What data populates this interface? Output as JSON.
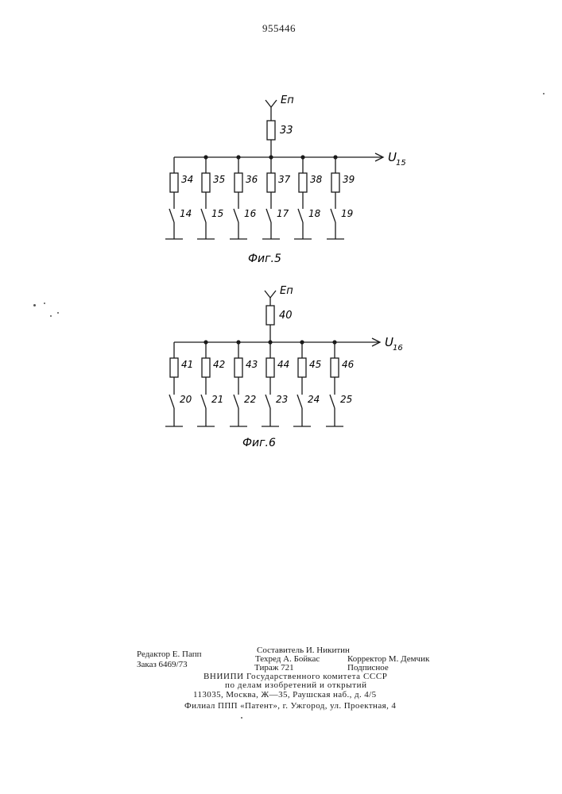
{
  "page": {
    "patent_number": "955446"
  },
  "figure5": {
    "caption": "Фиг.5",
    "supply_label": "Еп",
    "output_label": "U",
    "output_subscript": "15",
    "top_resistor": "33",
    "branches": [
      {
        "resistor": "34",
        "switch": "14"
      },
      {
        "resistor": "35",
        "switch": "15"
      },
      {
        "resistor": "36",
        "switch": "16"
      },
      {
        "resistor": "37",
        "switch": "17"
      },
      {
        "resistor": "38",
        "switch": "18"
      },
      {
        "resistor": "39",
        "switch": "19"
      }
    ]
  },
  "figure6": {
    "caption": "Фиг.6",
    "supply_label": "Еп",
    "output_label": "U",
    "output_subscript": "16",
    "top_resistor": "40",
    "branches": [
      {
        "resistor": "41",
        "switch": "20"
      },
      {
        "resistor": "42",
        "switch": "21"
      },
      {
        "resistor": "43",
        "switch": "22"
      },
      {
        "resistor": "44",
        "switch": "23"
      },
      {
        "resistor": "45",
        "switch": "24"
      },
      {
        "resistor": "46",
        "switch": "25"
      }
    ]
  },
  "imprint": {
    "editor": "Редактор Е. Папп",
    "order": "Заказ 6469/73",
    "compiler": "Составитель И. Никитин",
    "techred": "Техред А. Бойкас",
    "circulation": "Тираж 721",
    "corrector": "Корректор М. Демчик",
    "subscription": "Подписное",
    "org_line1": "ВНИИПИ Государственного комитета СССР",
    "org_line2": "по делам изобретений и открытий",
    "address": "113035, Москва, Ж—35, Раушская наб., д. 4/5",
    "branch": "Филиал ППП «Патент», г. Ужгород, ул. Проектная, 4"
  }
}
